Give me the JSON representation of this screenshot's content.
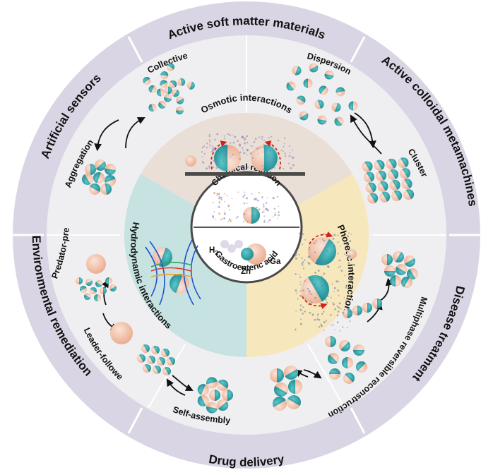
{
  "outer_ring": {
    "top": "Active soft matter materials",
    "top_right": "Active colloidal metamachines",
    "right": "Disease treatment",
    "bottom": "Drug delivery",
    "left": "Environmental remediation",
    "top_left": "Artificial sensors"
  },
  "behaviors": {
    "collective": "Collective",
    "aggregation": "Aggregation",
    "dispersion": "Dispersion",
    "cluster": "Cluster",
    "predator_prey": "Predator-prey",
    "leader_follower": "Leader-follower",
    "self_assembly": "Self-assembly",
    "multiphase": "Multiphase reversible reconstruction"
  },
  "inner": {
    "osmotic": "Osmotic interactions",
    "hydrodynamic": "Hydrodynamic interactions",
    "phoretic": "Phoretic interactions",
    "chemical": "Chemical reaction",
    "gastroenteric": "Gastroenteric acid",
    "h2": "H",
    "h2_sub": "2",
    "zn": "Zn",
    "ga": "Ga"
  },
  "colors": {
    "outer_ring": "#d9d5e4",
    "middle_ring": "#efeff1",
    "osmotic_sector": "#eadfd7",
    "hydro_sector": "#c6e3e1",
    "phoretic_sector": "#f7e7bd",
    "teal": "#2aa6ac",
    "peach": "#f2c3aa"
  }
}
